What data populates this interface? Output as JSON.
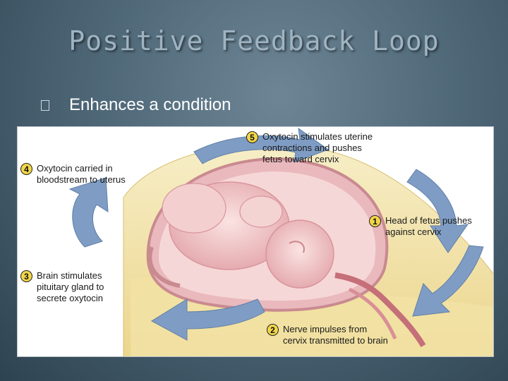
{
  "slide": {
    "title": "Positive Feedback Loop",
    "bullet": "Enhances a condition"
  },
  "diagram": {
    "steps": [
      {
        "number": "1",
        "lines": [
          "Head of fetus pushes",
          "against cervix"
        ]
      },
      {
        "number": "2",
        "lines": [
          "Nerve impulses from",
          "cervix transmitted to brain"
        ]
      },
      {
        "number": "3",
        "lines": [
          "Brain stimulates",
          "pituitary gland to",
          "secrete oxytocin"
        ]
      },
      {
        "number": "4",
        "lines": [
          "Oxytocin carried in",
          "bloodstream to uterus"
        ]
      },
      {
        "number": "5",
        "lines": [
          "Oxytocin stimulates uterine",
          "contractions and pushes",
          "fetus toward cervix"
        ]
      }
    ],
    "colors": {
      "arrow": "#7f9dc4",
      "badge": "#f2d648",
      "uterus": "#e9b9bd",
      "fetus": "#f0c8c8",
      "skin": "#f3e4ad"
    }
  }
}
